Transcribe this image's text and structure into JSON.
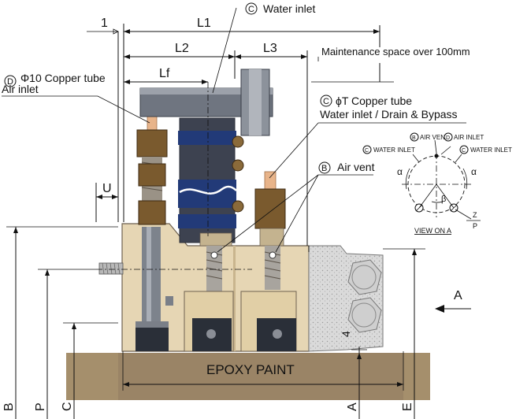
{
  "dimensions": {
    "one": "1",
    "L1": "L1",
    "L2": "L2",
    "L3": "L3",
    "Lf": "Lf",
    "U": "U",
    "B": "B",
    "P": "P",
    "C": "C",
    "A": "A",
    "E": "E",
    "four": "4"
  },
  "callouts": {
    "water_inlet": {
      "badge": "C",
      "text": "Water inlet"
    },
    "maintenance": "Maintenance space over 100mm",
    "copper_tube_air": {
      "badge": "D",
      "line1": "Φ10 Copper tube",
      "line2": "Air inlet"
    },
    "copper_tube_water": {
      "badge": "C",
      "line1": "ϕT  Copper tube",
      "line2": "Water inlet / Drain & Bypass"
    },
    "air_vent": {
      "badge": "B",
      "text": "Air vent"
    }
  },
  "base_label": "EPOXY PAINT",
  "view_arrow": "A",
  "view_on_a": {
    "title": "VIEW ON A",
    "air_vent": {
      "badge": "B",
      "text": "AIR VENT"
    },
    "air_inlet": {
      "badge": "D",
      "text": "AIR INLET"
    },
    "water_inlet_left": {
      "badge": "C",
      "text": "WATER INLET"
    },
    "water_inlet_right": {
      "badge": "C",
      "text": "WATER INLET"
    },
    "alpha_left": "α",
    "alpha_right": "α",
    "beta": "β",
    "z": "Z",
    "p": "P"
  },
  "colors": {
    "body": "#E6D6B4",
    "body_stroke": "#6E6150",
    "steel": "#8A8E96",
    "steel_dark": "#4E5460",
    "nut": "#7A5A2E",
    "coil": "#223A78",
    "base": "#A08A68",
    "copper": "#E8B48A",
    "speckle": "#D4D4D4"
  }
}
